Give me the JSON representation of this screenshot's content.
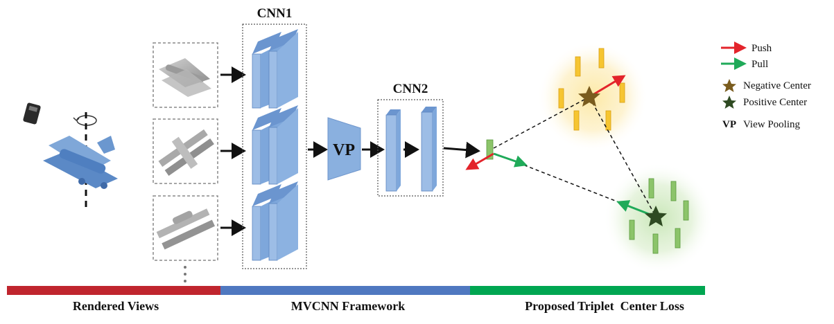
{
  "cnn1": {
    "label": "CNN1"
  },
  "cnn2": {
    "label": "CNN2"
  },
  "view_pooling": {
    "label": "VP"
  },
  "legend": {
    "push": "Push",
    "pull": "Pull",
    "negative_center": "Negative Center",
    "positive_center": "Positive Center",
    "vp_key": "VP",
    "vp_desc": "View Pooling"
  },
  "stages": [
    {
      "label": "Rendered Views",
      "color": "#c0252e"
    },
    {
      "label": "MVCNN Framework",
      "color": "#4f78c0"
    },
    {
      "label": "Proposed Triplet  Center Loss",
      "color": "#00a651"
    }
  ],
  "colors": {
    "push": "#e3242b",
    "pull": "#1faa59",
    "negative_center": "#7a5c1e",
    "positive_center": "#2e4a22",
    "cnn_block": "#9dbde6",
    "yellow_feature": "#f6c531",
    "green_feature": "#8cc46a"
  }
}
